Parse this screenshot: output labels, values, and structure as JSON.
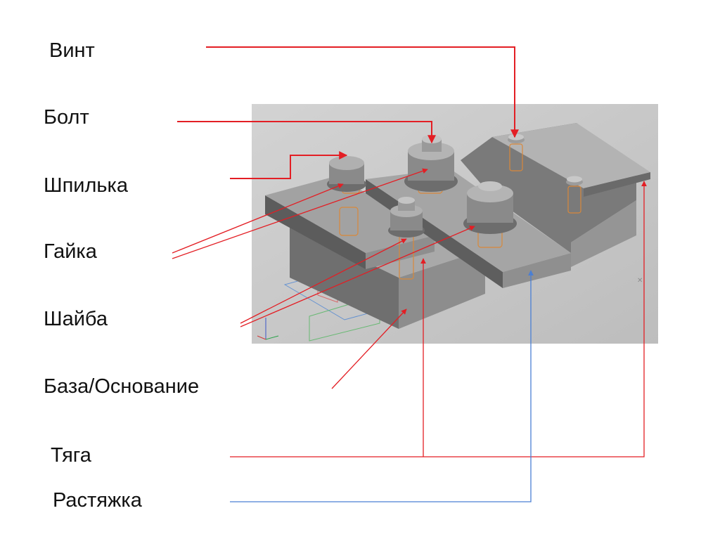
{
  "labels": {
    "screw": "Винт",
    "bolt": "Болт",
    "stud": "Шпилька",
    "nut": "Гайка",
    "washer": "Шайба",
    "base": "База/Основание",
    "rod": "Тяга",
    "brace": "Растяжка"
  },
  "colors": {
    "red_leader": "#e31e24",
    "blue_leader": "#4a7fd4",
    "background_panel": "#d9d9d9",
    "part_metal": "#8a8a8a",
    "hidden_edges": "#d9883a"
  }
}
